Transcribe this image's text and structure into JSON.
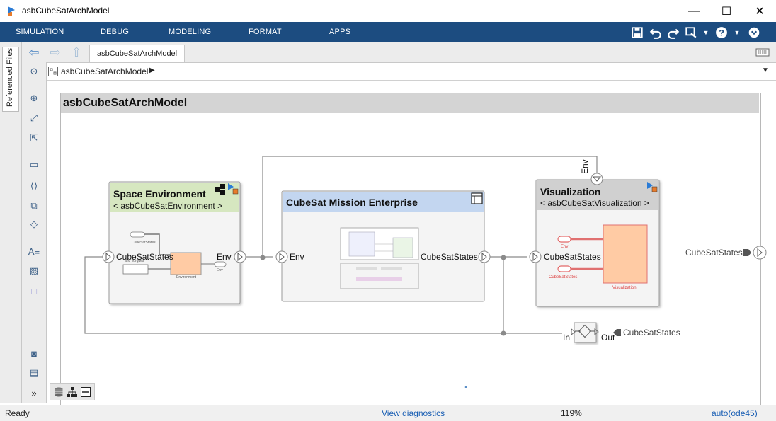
{
  "window": {
    "title": "asbCubeSatArchModel",
    "minimize": "—",
    "maximize": "☐",
    "close": "✕"
  },
  "toolstrip": {
    "tabs": [
      "SIMULATION",
      "DEBUG",
      "MODELING",
      "FORMAT",
      "APPS"
    ]
  },
  "sidebar": {
    "referenced_files": "Referenced Files"
  },
  "nav": {
    "model_tab": "asbCubeSatArchModel",
    "breadcrumb": "asbCubeSatArchModel"
  },
  "diagram": {
    "title": "asbCubeSatArchModel",
    "space_env": {
      "title": "Space Environment",
      "subtitle": "< asbCubeSatEnvironment >",
      "in_port": "CubeSatStates",
      "out_port": "Env",
      "thumb_in": "CubeSatStates",
      "thumb_torque": "and Torques",
      "thumb_block": "Environment",
      "thumb_out": "Env"
    },
    "mission": {
      "title": "CubeSat Mission Enterprise",
      "in_port": "Env",
      "out_port": "CubeSatStates"
    },
    "visualization": {
      "title": "Visualization",
      "subtitle": "< asbCubeSatVisualization >",
      "in_port": "CubeSatStates",
      "top_port": "Env",
      "thumb_env": "Env",
      "thumb_states": "CubeSatStates",
      "thumb_block": "Visualization"
    },
    "outport_label": "CubeSatStates",
    "adapter": {
      "in": "In",
      "out": "Out",
      "label": "CubeSatStates"
    }
  },
  "status": {
    "ready": "Ready",
    "diagnostics": "View diagnostics",
    "zoom": "119%",
    "solver": "auto(ode45)"
  },
  "colors": {
    "toolstrip": "#1c4c80",
    "space_env_header": "#d6e7c0",
    "mission_header": "#c3d6f0",
    "vis_header": "#d0d0d0",
    "orange_block": "#ffcba4",
    "link_blue": "#1a5fb4"
  }
}
